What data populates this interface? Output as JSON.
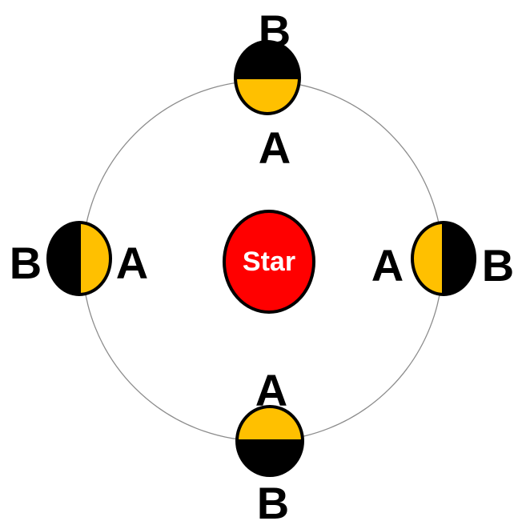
{
  "star": {
    "label": "Star"
  },
  "planets": [
    {
      "position": "top",
      "lit_side": "bottom",
      "label_lit": "A",
      "label_dark": "B"
    },
    {
      "position": "left",
      "lit_side": "right",
      "label_lit": "A",
      "label_dark": "B"
    },
    {
      "position": "right",
      "lit_side": "left",
      "label_lit": "A",
      "label_dark": "B"
    },
    {
      "position": "bottom",
      "lit_side": "top",
      "label_lit": "A",
      "label_dark": "B"
    }
  ],
  "colors": {
    "star_fill": "#ff0000",
    "lit": "#ffc000",
    "dark": "#000000",
    "orbit": "#8c8c8c"
  }
}
